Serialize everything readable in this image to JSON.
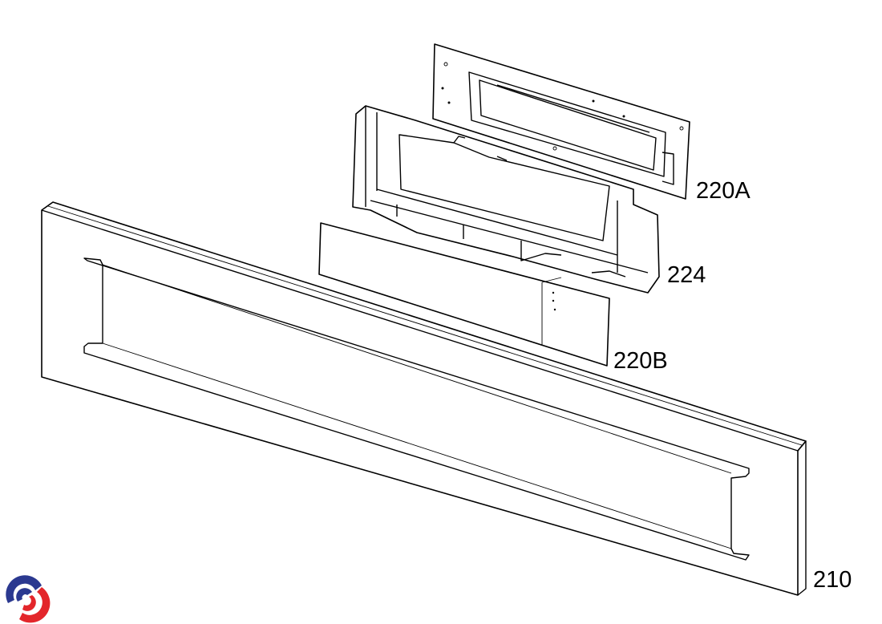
{
  "labels": {
    "display_board": "220A",
    "frame": "224",
    "sensor_plate": "220B",
    "front_panel": "210"
  },
  "logo": {
    "colors": {
      "blue": "#2b3990",
      "red": "#e3262b"
    }
  }
}
